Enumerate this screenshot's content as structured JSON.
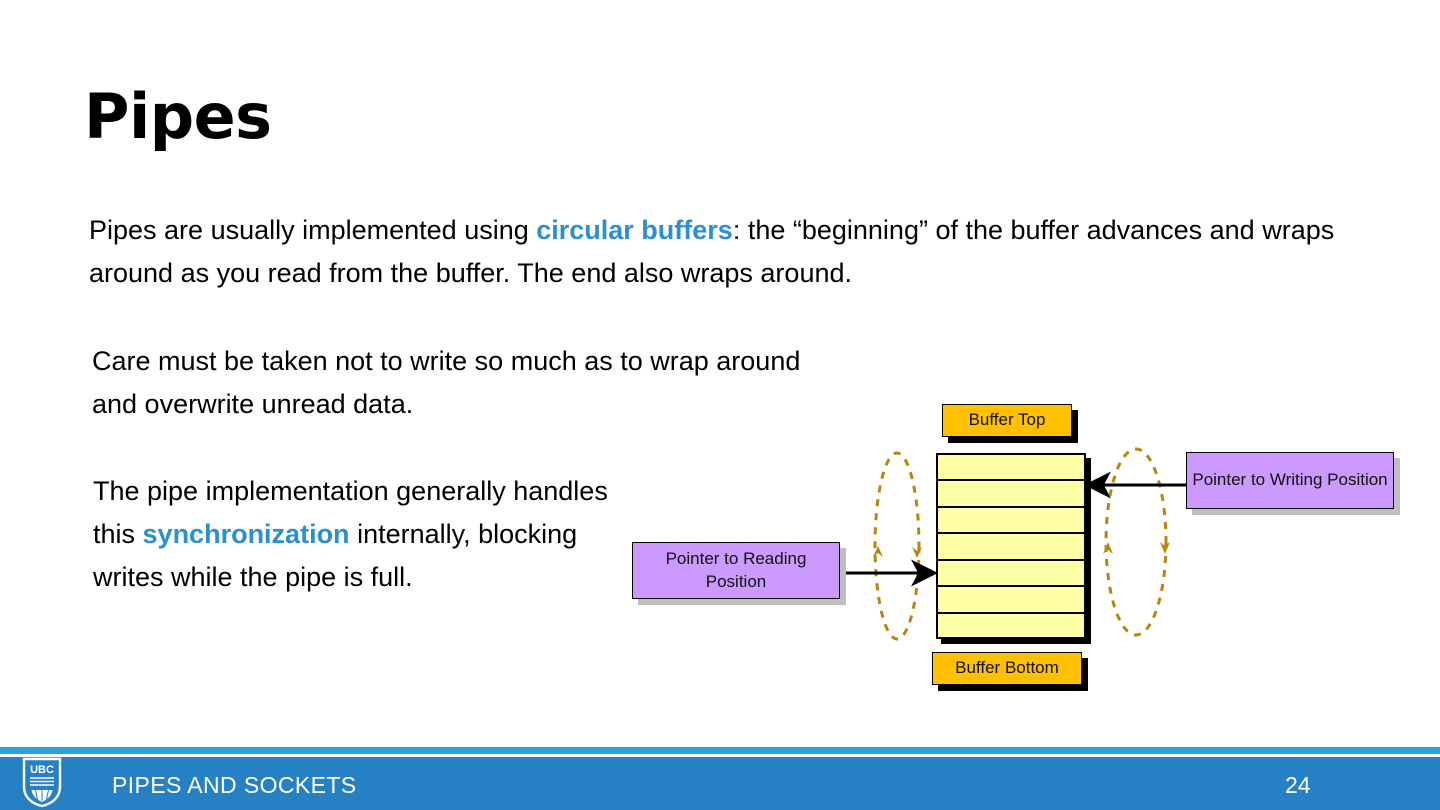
{
  "slide": {
    "title": "Pipes",
    "page_number": "24",
    "footer_title": "PIPES AND SOCKETS",
    "accent_color": "#2b8fd0",
    "footer_color": "#2581c4",
    "footer_strip_color": "#29a3e0",
    "logo_name": "UBC"
  },
  "body": {
    "paragraph1": {
      "part1": "Pipes are usually implemented using ",
      "highlight": "circular buffers",
      "part2": ": the “beginning” of the buffer advances and wraps around as you read from the buffer.  The end also wraps around."
    },
    "paragraph2": {
      "text": "Care must be taken not to write so much as to wrap around and overwrite unread data."
    },
    "paragraph3": {
      "part1": "The pipe implementation generally handles this ",
      "highlight": "synchronization",
      "part2": " internally, blocking writes while the pipe is full."
    }
  },
  "diagram": {
    "buffer_top_label": "Buffer Top",
    "buffer_bottom_label": "Buffer Bottom",
    "reading_pointer_label": "Pointer to Reading Position",
    "writing_pointer_label": "Pointer to Writing Position",
    "buffer_cell_count": 7,
    "buffer_fill_color": "#ffffa8",
    "callout_gold_color": "#ffc000",
    "callout_purple_color": "#cc99ff",
    "wrap_loop_color": "#b8860b"
  }
}
